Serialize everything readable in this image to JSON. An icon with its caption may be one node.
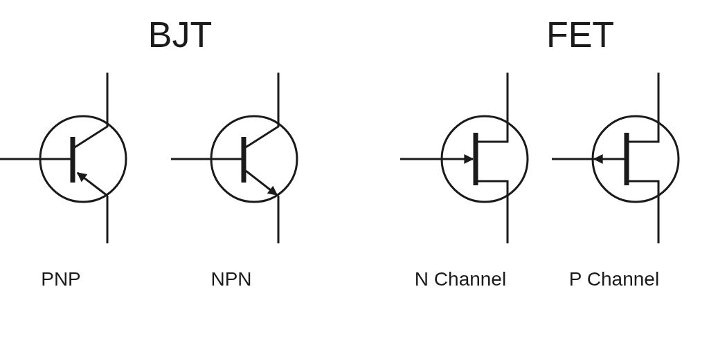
{
  "diagram": {
    "labels": [
      "BJT",
      "FET",
      "PNP",
      "NPN",
      "N Channel",
      "P Channel"
    ]
  }
}
